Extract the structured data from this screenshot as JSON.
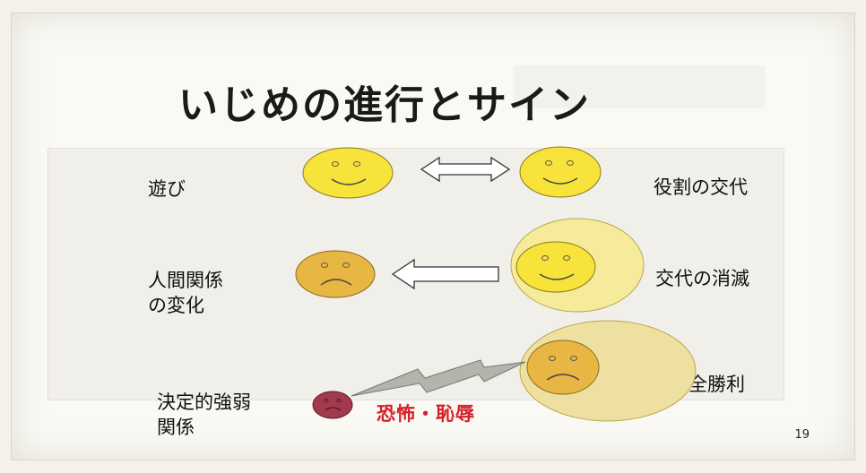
{
  "slide": {
    "title": "いじめの進行とサイン",
    "page_number": "19"
  },
  "stages": [
    {
      "left_label": [
        "遊び"
      ],
      "right_label": "役割の交代",
      "arrow": "double"
    },
    {
      "left_label": [
        "人間関係",
        "の変化"
      ],
      "right_label": "交代の消滅",
      "arrow": "left"
    },
    {
      "left_label": [
        "決定的強弱",
        "関係"
      ],
      "right_label": "完全勝利",
      "arrow": "lightning"
    }
  ],
  "fear_shame_label": "恐怖・恥辱",
  "colors": {
    "happy_face": "#f7e33a",
    "sad_face": "#e8b642",
    "halo_mid": "#f5eb9a",
    "halo_big": "#ede0a0",
    "small_face": "#a23a4e",
    "accent_red": "#d5202a"
  }
}
